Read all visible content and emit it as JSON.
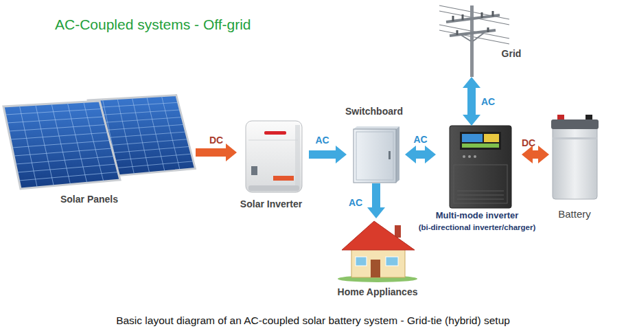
{
  "diagram": {
    "title": "AC-Coupled systems - Off-grid",
    "caption": "Basic layout diagram of an AC-coupled solar battery system - Grid-tie (hybrid) setup",
    "nodes": [
      {
        "text": [
          "Grid"
        ]
      },
      {
        "text": [
          "Solar Panels"
        ]
      },
      {
        "text": [
          "Solar Inverter"
        ]
      },
      {
        "text": [
          "Switchboard"
        ]
      },
      {
        "text": [
          "Multi-mode inverter",
          "(bi-directional inverter/charger)"
        ]
      },
      {
        "text": [
          "Battery"
        ]
      },
      {
        "text": [
          "Home Appliances"
        ]
      }
    ],
    "edges": [
      {
        "from": 1,
        "to": 2,
        "label": "DC",
        "arrow": "to"
      },
      {
        "from": 2,
        "to": 3,
        "label": "AC",
        "arrow": "to"
      },
      {
        "from": 3,
        "to": 4,
        "label": "AC",
        "arrow": "both"
      },
      {
        "from": 4,
        "to": 5,
        "label": "DC",
        "arrow": "both"
      },
      {
        "from": 4,
        "to": 0,
        "label": "AC",
        "arrow": "both"
      },
      {
        "from": 3,
        "to": 6,
        "label": "AC",
        "arrow": "to"
      }
    ]
  }
}
